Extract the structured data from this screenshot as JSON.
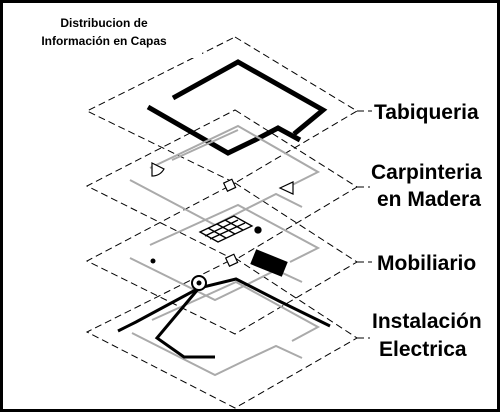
{
  "title": {
    "line1": "Distribucion de",
    "line2": "Información en Capas"
  },
  "layers": [
    {
      "id": "tabiqueria",
      "lines": [
        "Tabiqueria"
      ]
    },
    {
      "id": "carpinteria",
      "lines": [
        "Carpinteria",
        "en Madera"
      ]
    },
    {
      "id": "mobiliario",
      "lines": [
        "Mobiliario"
      ]
    },
    {
      "id": "instalacion",
      "lines": [
        "Instalación",
        "Electrica"
      ]
    }
  ],
  "colors": {
    "ink": "#000000",
    "grey_plan": "#aaaaaa",
    "background": "#ffffff"
  }
}
